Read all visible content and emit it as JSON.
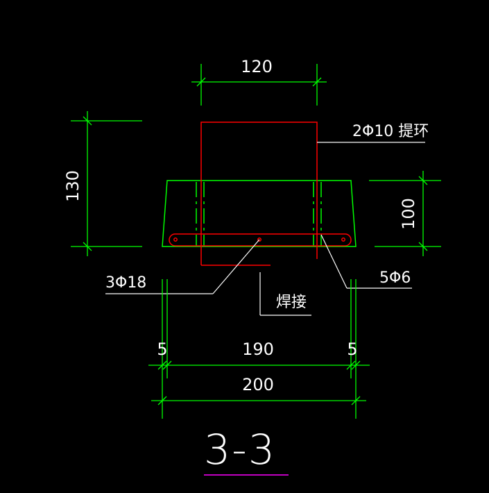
{
  "drawing": {
    "title": "3-3",
    "dimensions": {
      "top_width": "120",
      "left_height": "130",
      "right_height": "100",
      "left_offset": "5",
      "clear_width": "190",
      "right_offset": "5",
      "total_width": "200"
    },
    "labels": {
      "lifting_ring": "2Φ10 提环",
      "main_rebar": "3Φ18",
      "stirrup": "5Φ6",
      "weld": "焊接"
    },
    "colors": {
      "background": "#000000",
      "dimension_line": "#00ff00",
      "outline": "#00ff00",
      "rebar": "#ff0000",
      "text": "#ffffff",
      "title_underline": "#ff00ff"
    }
  }
}
